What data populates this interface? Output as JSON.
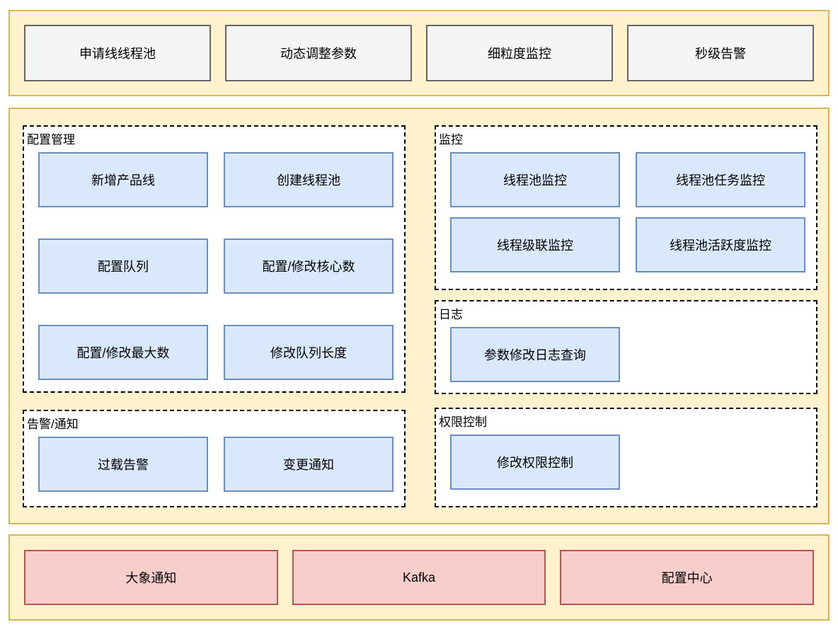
{
  "colors": {
    "band_fill": "#fff2cc",
    "band_border": "#d6b656",
    "feature_fill": "#f5f5f5",
    "feature_border": "#666666",
    "module_fill": "#dae8fc",
    "module_border": "#6c8ebf",
    "infra_fill": "#f8cecc",
    "infra_border": "#b85450",
    "section_border": "#000000"
  },
  "top_features": [
    "申请线线程池",
    "动态调整参数",
    "细粒度监控",
    "秒级告警"
  ],
  "sections": {
    "config": {
      "title": "配置管理",
      "items": [
        "新增产品线",
        "创建线程池",
        "配置队列",
        "配置/修改核心数",
        "配置/修改最大数",
        "修改队列长度"
      ]
    },
    "monitor": {
      "title": "监控",
      "items": [
        "线程池监控",
        "线程池任务监控",
        "线程级联监控",
        "线程池活跃度监控"
      ]
    },
    "log": {
      "title": "日志",
      "items": [
        "参数修改日志查询"
      ]
    },
    "alarm": {
      "title": "告警/通知",
      "items": [
        "过载告警",
        "变更通知"
      ]
    },
    "permission": {
      "title": "权限控制",
      "items": [
        "修改权限控制"
      ]
    }
  },
  "infrastructure": [
    "大象通知",
    "Kafka",
    "配置中心"
  ]
}
